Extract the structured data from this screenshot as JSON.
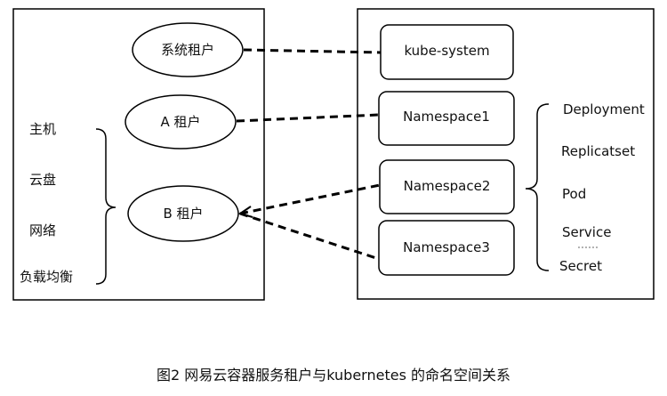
{
  "left": {
    "tenants": {
      "system": "系统租户",
      "a": "A  租户",
      "b": "B 租户"
    },
    "resources": [
      "主机",
      "云盘",
      "网络",
      "负载均衡"
    ]
  },
  "right": {
    "namespaces": [
      "kube-system",
      "Namespace1",
      "Namespace2",
      "Namespace3"
    ],
    "objects": [
      "Deployment",
      "Replicatset",
      "Pod",
      "Service",
      "Secret"
    ]
  },
  "caption": "图2 网易云容器服务租户与kubernetes 的命名空间关系"
}
